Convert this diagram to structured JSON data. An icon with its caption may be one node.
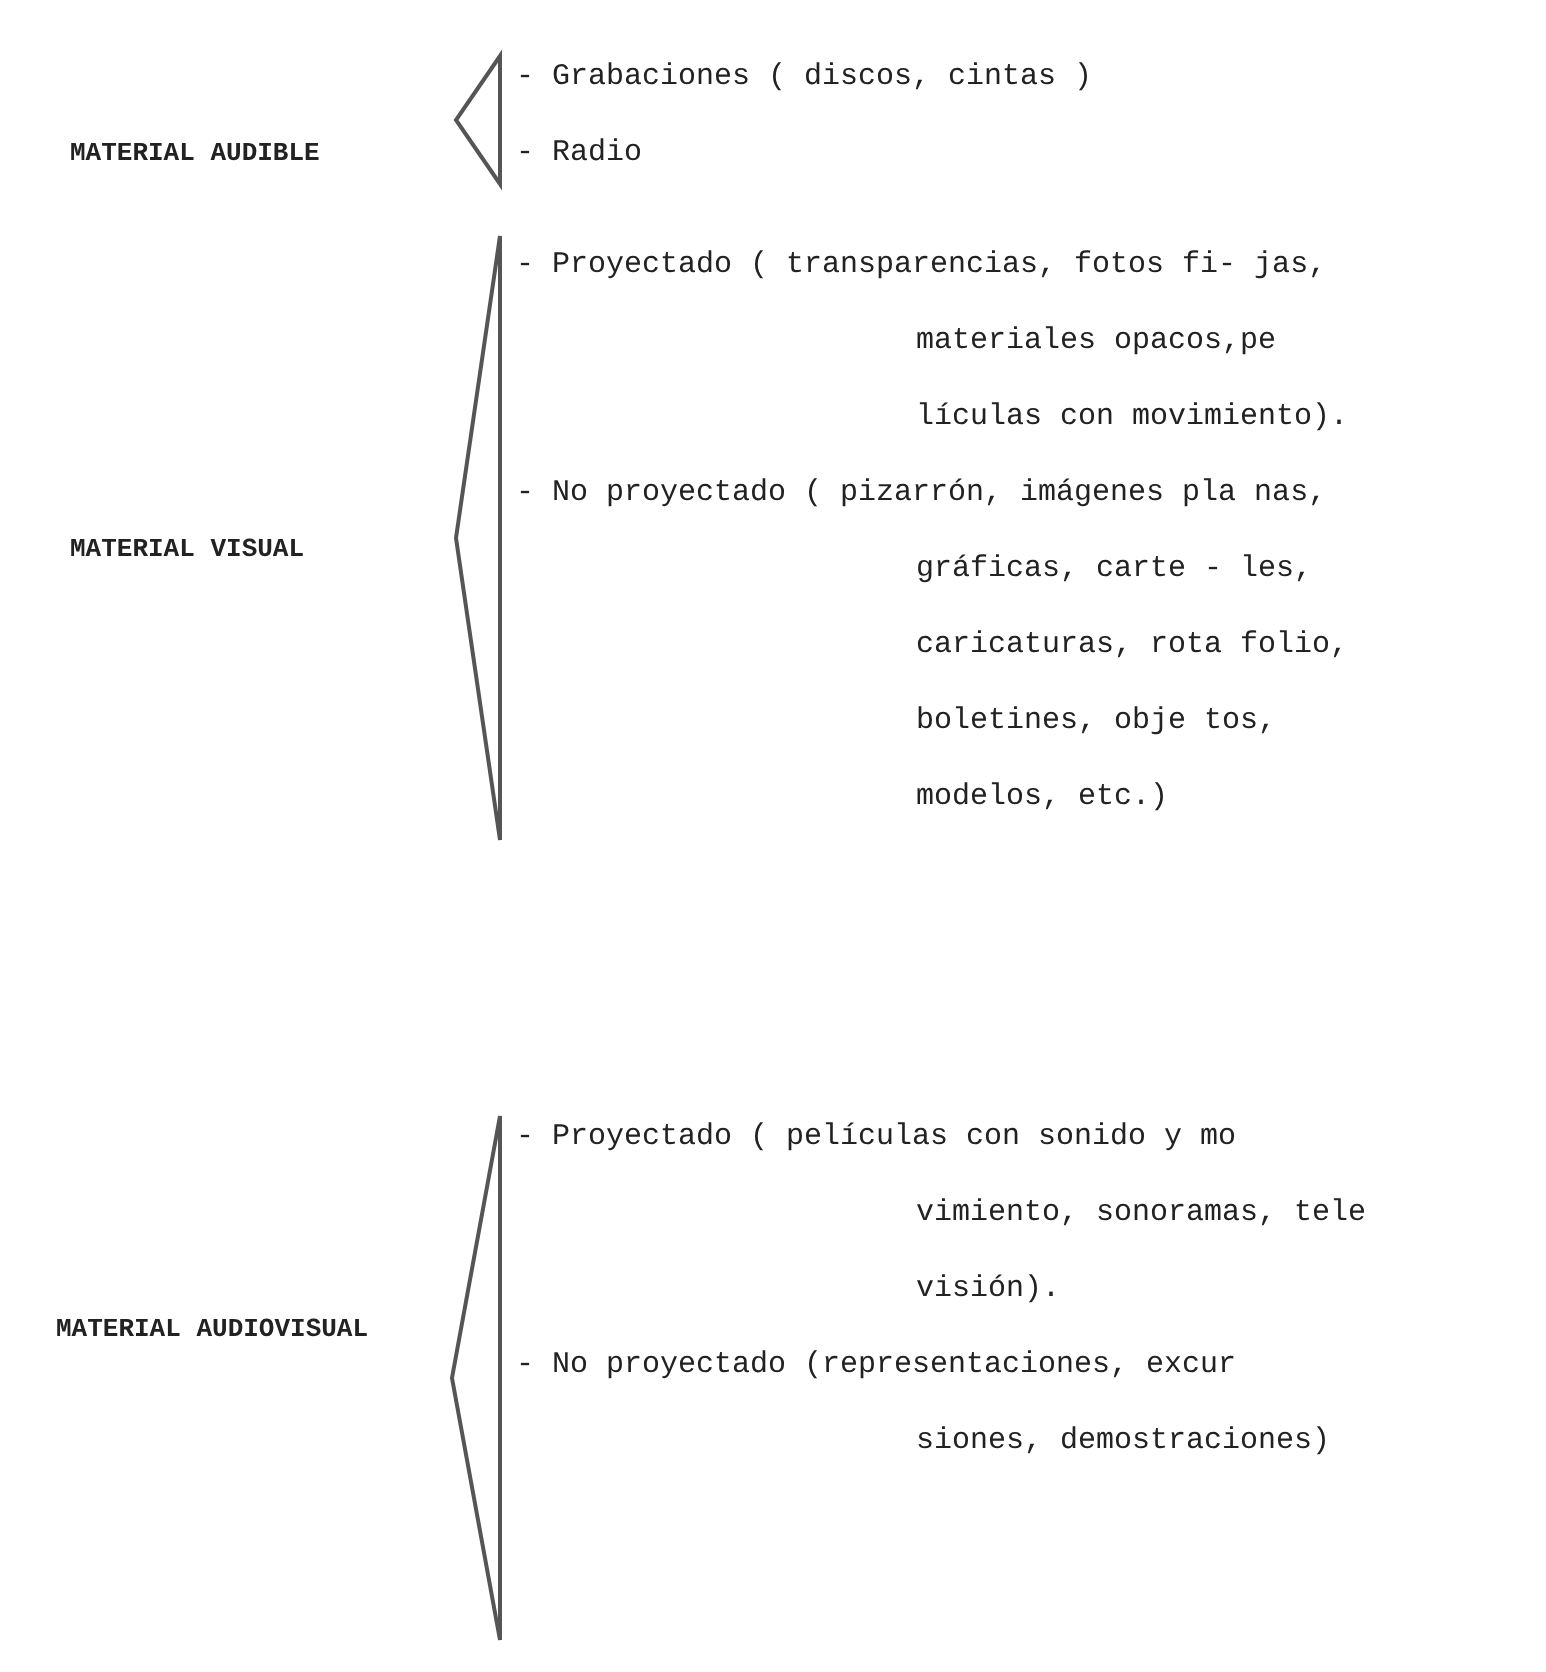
{
  "diagram": {
    "nodes": [
      {
        "text": [
          "MATERIAL AUDIBLE"
        ]
      },
      {
        "text": [
          "- Grabaciones ( discos, cintas )"
        ]
      },
      {
        "text": [
          "- Radio"
        ]
      },
      {
        "text": [
          "MATERIAL VISUAL"
        ]
      },
      {
        "text": [
          "- Proyectado ( transparencias, fotos fi- jas, materiales opacos,pe lículas con movimiento)."
        ]
      },
      {
        "text": [
          "- No proyectado ( pizarrón, imágenes pla nas, gráficas, carte - les, caricaturas, rota folio, boletines, obje tos, modelos, etc.)"
        ]
      },
      {
        "text": [
          "MATERIAL AUDIOVISUAL"
        ]
      },
      {
        "text": [
          "- Proyectado ( películas con sonido y mo vimiento, sonoramas, tele visión)."
        ]
      },
      {
        "text": [
          "- No proyectado (representaciones, excur siones, demostraciones)"
        ]
      }
    ]
  }
}
